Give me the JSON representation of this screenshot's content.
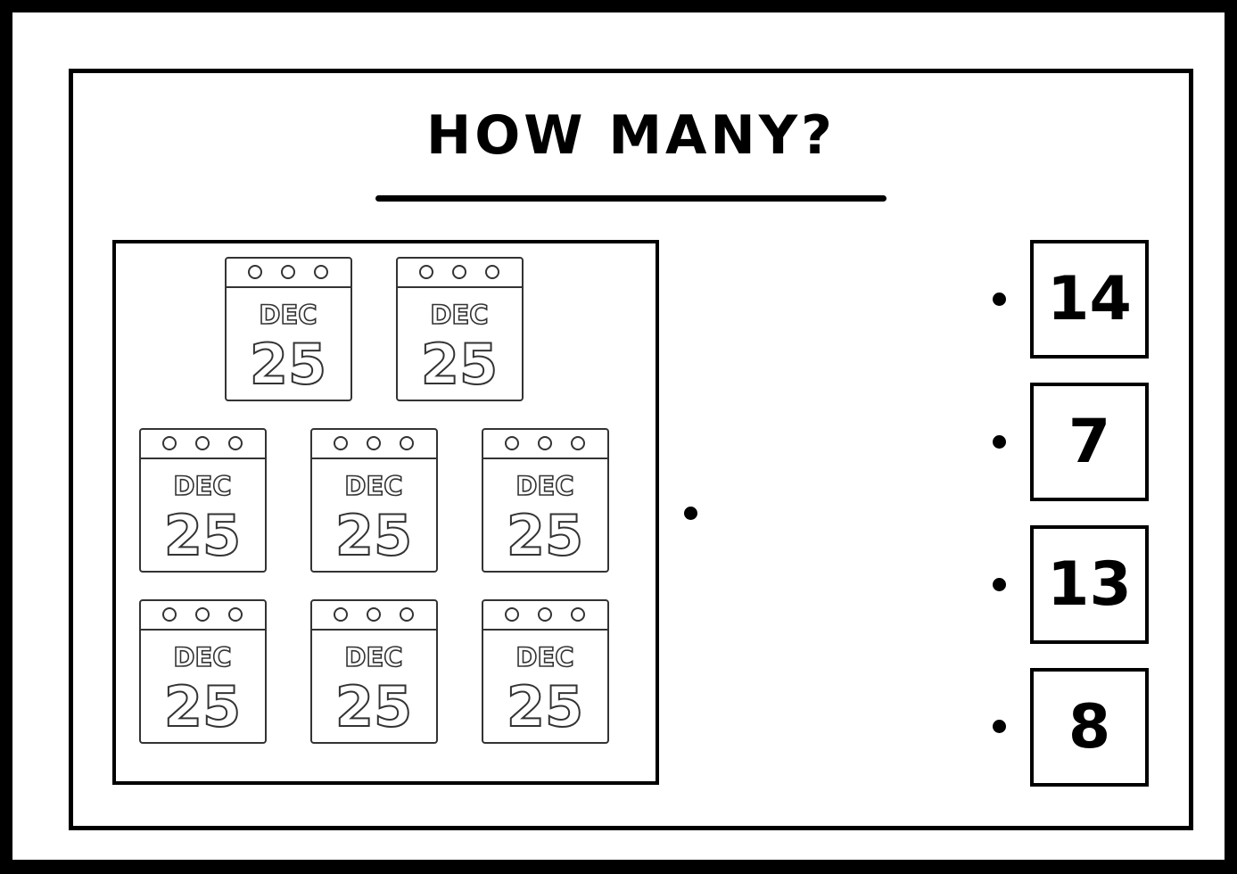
{
  "title": "HOW MANY?",
  "calendar": {
    "month": "DEC",
    "day": "25",
    "count": 8
  },
  "choices": [
    "14",
    "7",
    "13",
    "8"
  ]
}
